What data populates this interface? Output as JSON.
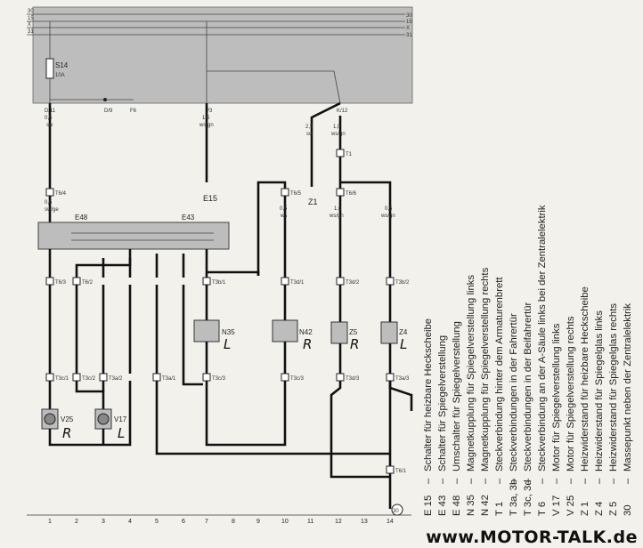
{
  "rails": [
    "30",
    "15",
    "X",
    "31"
  ],
  "fuse": {
    "id": "S14",
    "rating": "10A"
  },
  "connectors": {
    "d11": "D/11",
    "d9": "D/9",
    "f6": "F6",
    "p3": "P3",
    "k12": "K/12",
    "t1": "T1",
    "t6_4": "T6/4",
    "t6_5": "T6/5",
    "t6_6": "T6/6",
    "t6_3": "T6/3",
    "t6_2": "T6/2",
    "t3b1": "T3b/1",
    "t3d1": "T3d/1",
    "t3d2": "T3d/2",
    "t3b2": "T3b/2",
    "t3c1": "T3c/1",
    "t3c2": "T3c/2",
    "t3a2": "T3a/2",
    "t3a1": "T3a/1",
    "t3c3": "T3c/3",
    "t3d3": "T3d/3",
    "t3a3": "T3a/3",
    "t6_1": "T6/1"
  },
  "components": {
    "e15": "E15",
    "z1": "Z1",
    "e48": "E48",
    "e43": "E43",
    "n35": "N35",
    "n42": "N42",
    "z5": "Z5",
    "z4": "Z4",
    "v25": "V25",
    "v17": "V17"
  },
  "handwritten": {
    "n35": "L",
    "n42": "R",
    "z5": "R",
    "z4": "L",
    "v25": "R",
    "v17": "L"
  },
  "wire_labels": {
    "w1": "0,5",
    "w1c": "sw",
    "w2": "1,5",
    "w2c": "ws/gn",
    "w3": "2,5",
    "w3c": "sw",
    "w4": "1,0",
    "w4c": "ws/gn",
    "w5": "0,5",
    "w5c": "sw/ge",
    "w6": "0,5",
    "w6c": "ws",
    "w7": "1,0",
    "w7c": "ws/gn",
    "w8": "0,5",
    "w8c": "ws/gn"
  },
  "ground_ref": "30",
  "column_numbers": [
    "1",
    "2",
    "3",
    "4",
    "5",
    "6",
    "7",
    "8",
    "9",
    "10",
    "11",
    "12",
    "13",
    "14"
  ],
  "legend": [
    {
      "code": "E 15",
      "text": "Schalter für heizbare Heckscheibe"
    },
    {
      "code": "E 43",
      "text": "Schalter für Spiegelverstellung"
    },
    {
      "code": "E 48",
      "text": "Umschalter für Spiegelverstellung"
    },
    {
      "code": "N 35",
      "text": "Magnetkupplung für Spiegelverstellung links"
    },
    {
      "code": "N 42",
      "text": "Magnetkupplung für Spiegelverstellung rechts"
    },
    {
      "code": "T 1",
      "text": "Steckverbindung hinter dem Armaturenbrett"
    },
    {
      "code": "T 3a, 3b",
      "text": "Steckverbindungen in der Fahrertür"
    },
    {
      "code": "T 3c, 3d",
      "text": "Steckverbindungen in der Beifahrertür"
    },
    {
      "code": "T 6",
      "text": "Steckverbindung an der A-Säule links bei der Zentralelektrik"
    },
    {
      "code": "V 17",
      "text": "Motor für Spiegelverstellung links"
    },
    {
      "code": "V 25",
      "text": "Motor für Spiegelverstellung rechts"
    },
    {
      "code": "Z 1",
      "text": "Heizwiderstand für heizbare Heckscheibe"
    },
    {
      "code": "Z 4",
      "text": "Heizwiderstand für Spiegelglas links"
    },
    {
      "code": "Z 5",
      "text": "Heizwiderstand für Spiegelglas rechts"
    },
    {
      "code": "30",
      "text": "Massepunkt neben der Zentralelektrik"
    }
  ],
  "watermark": "www.MOTOR-TALK.de",
  "colors": {
    "panel": "#bdbdbd",
    "wire": "#111111",
    "background": "#f2f1ec"
  }
}
